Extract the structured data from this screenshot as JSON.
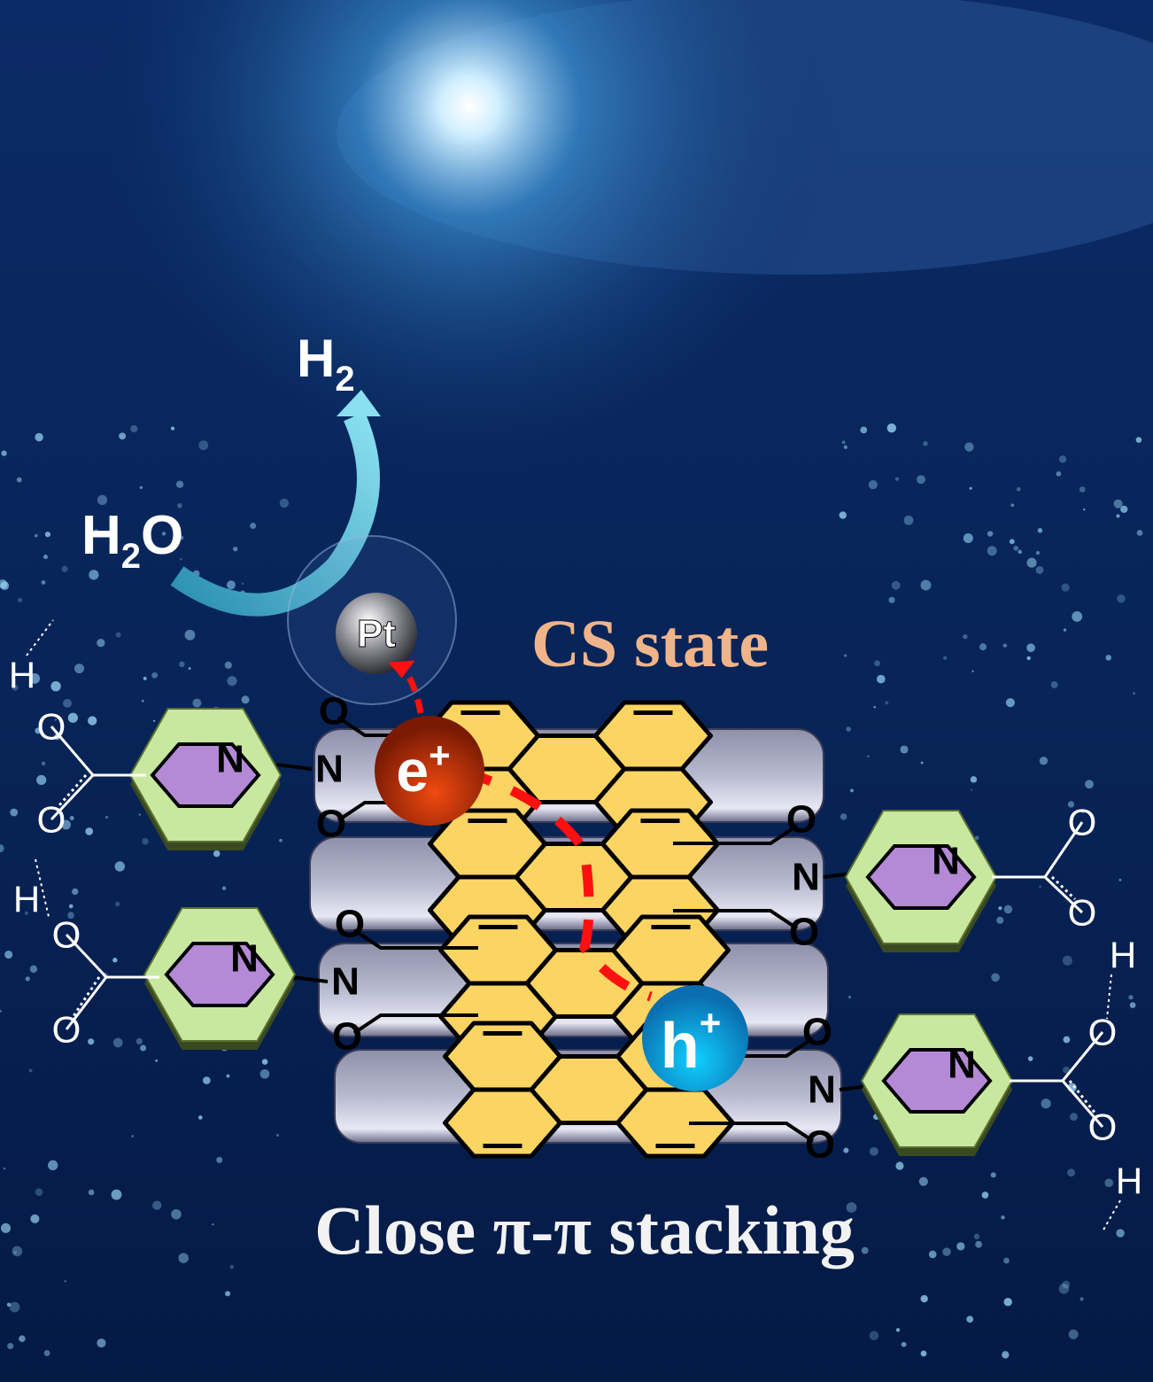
{
  "labels": {
    "h2": "H",
    "h2_sub": "2",
    "h2o_h": "H",
    "h2o_sub": "2",
    "h2o_o": "O",
    "pt": "Pt",
    "cs_state": "CS state",
    "electron": "e",
    "hole": "h",
    "plus": "+",
    "caption": "Close π-π stacking"
  },
  "atoms": {
    "O": "O",
    "N": "N",
    "H": "H"
  },
  "colors": {
    "background": "#0a2a6a",
    "ring_fill": "#fcd462",
    "slab": "#b4b6cc",
    "pyridine_outer": "#c8e8a0",
    "pyridine_inner": "#b48ad6",
    "electron": "#c0320a",
    "hole": "#12a0e0",
    "cs_state": "#f0b48a",
    "arrow": "#7ad8e8",
    "charge_path": "#ff1010"
  }
}
